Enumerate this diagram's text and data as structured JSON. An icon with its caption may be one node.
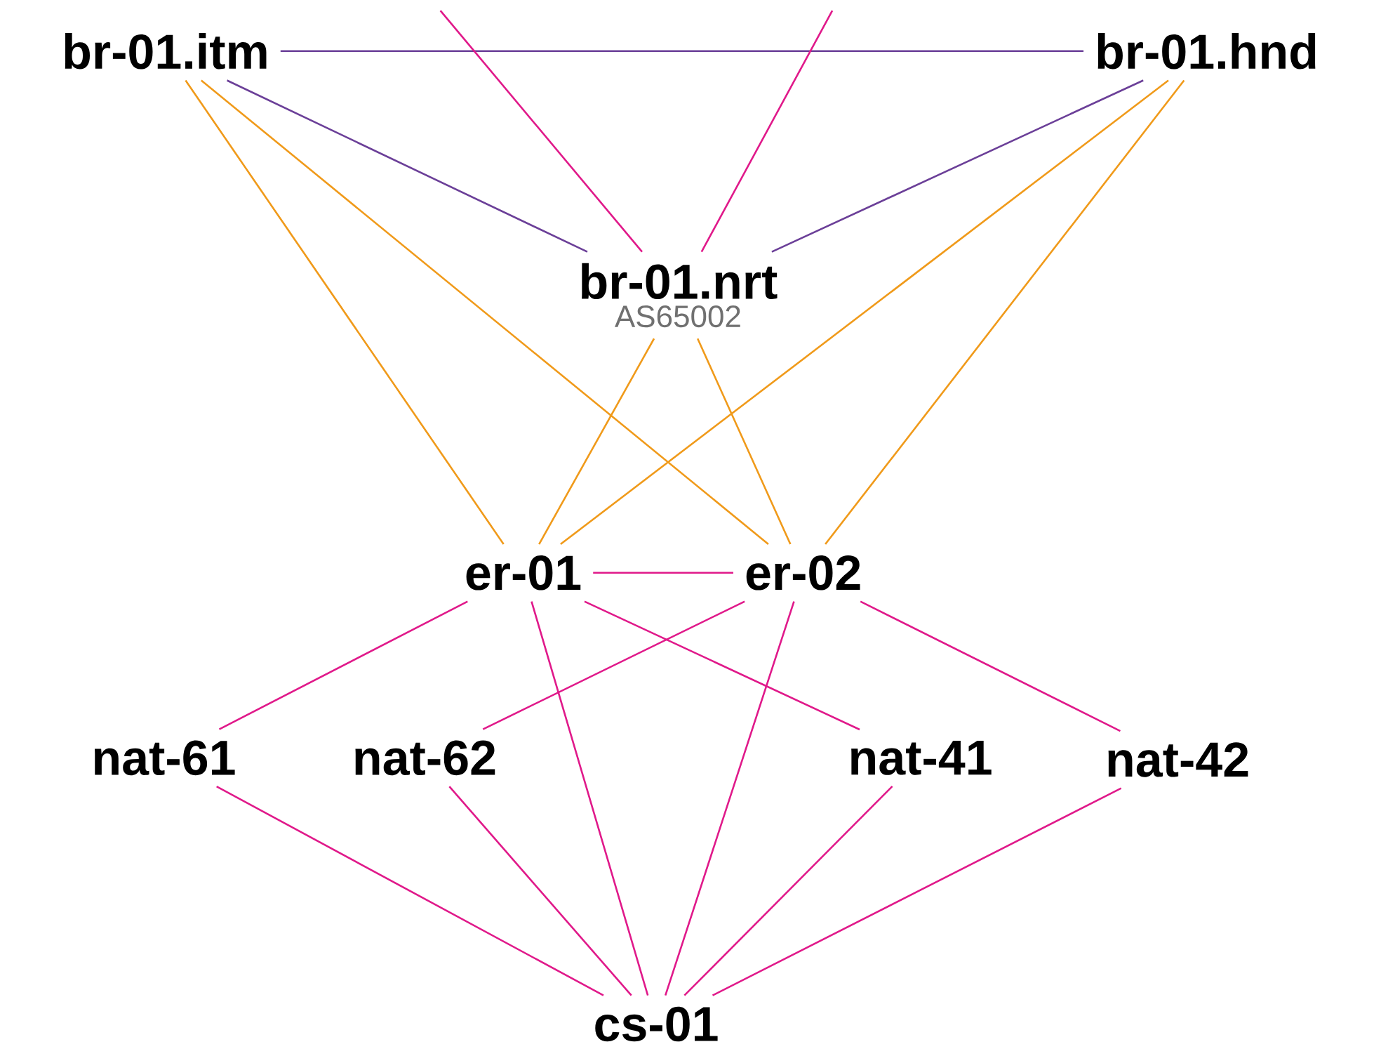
{
  "diagram": {
    "nodes": [
      {
        "text": [
          "br-01.itm"
        ]
      },
      {
        "text": [
          "br-01.hnd"
        ]
      },
      {
        "text": [
          "br-01.nrt"
        ],
        "beside": [
          "AS65002"
        ]
      },
      {
        "text": [
          "er-01"
        ]
      },
      {
        "text": [
          "er-02"
        ]
      },
      {
        "text": [
          "nat-61"
        ]
      },
      {
        "text": [
          "nat-62"
        ]
      },
      {
        "text": [
          "nat-41"
        ]
      },
      {
        "text": [
          "nat-42"
        ]
      },
      {
        "text": [
          "cs-01"
        ]
      }
    ],
    "edges": [
      {
        "from": 0,
        "to": 1,
        "arrow": "none",
        "color": "#6b3f98"
      },
      {
        "from": 0,
        "to": 2,
        "arrow": "none",
        "color": "#6b3f98"
      },
      {
        "from": 1,
        "to": 2,
        "arrow": "none",
        "color": "#6b3f98"
      },
      {
        "from": null,
        "to": 2,
        "arrow": "none"
      },
      {
        "from": null,
        "to": 2,
        "arrow": "none"
      },
      {
        "from": 0,
        "to": 3,
        "arrow": "none",
        "color": "#f09a1a"
      },
      {
        "from": 0,
        "to": 4,
        "arrow": "none",
        "color": "#f09a1a"
      },
      {
        "from": 2,
        "to": 3,
        "arrow": "none",
        "color": "#f09a1a"
      },
      {
        "from": 2,
        "to": 4,
        "arrow": "none",
        "color": "#f09a1a"
      },
      {
        "from": 1,
        "to": 3,
        "arrow": "none",
        "color": "#f09a1a"
      },
      {
        "from": 1,
        "to": 4,
        "arrow": "none",
        "color": "#f09a1a"
      },
      {
        "from": 3,
        "to": 4,
        "arrow": "none"
      },
      {
        "from": 3,
        "to": 5,
        "arrow": "none"
      },
      {
        "from": 3,
        "to": 7,
        "arrow": "none"
      },
      {
        "from": 4,
        "to": 6,
        "arrow": "none"
      },
      {
        "from": 4,
        "to": 8,
        "arrow": "none"
      },
      {
        "from": 3,
        "to": 9,
        "arrow": "none"
      },
      {
        "from": 4,
        "to": 9,
        "arrow": "none"
      },
      {
        "from": 5,
        "to": 9,
        "arrow": "none"
      },
      {
        "from": 6,
        "to": 9,
        "arrow": "none"
      },
      {
        "from": 7,
        "to": 9,
        "arrow": "none"
      },
      {
        "from": 8,
        "to": 9,
        "arrow": "none"
      }
    ]
  }
}
